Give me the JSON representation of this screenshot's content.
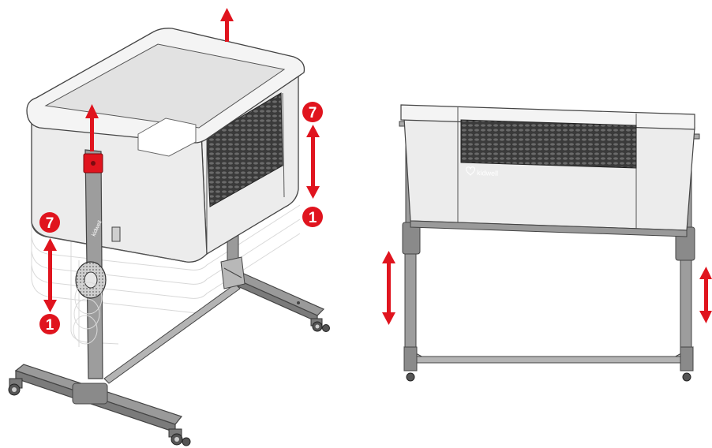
{
  "brand": {
    "logo_text": "kidwell"
  },
  "height_levels": {
    "top_level": "7",
    "bottom_level": "1"
  },
  "colors": {
    "accent_red": "#e0141e",
    "frame_gray": "#8c8c8c",
    "frame_dark": "#555555",
    "fabric_light": "#ececec",
    "rim_light": "#f4f4f4",
    "mesh_dark": "#3a3a3a"
  },
  "icons": {
    "up_arrow": "arrow-up-icon",
    "double_arrow": "double-arrow-vertical-icon",
    "level_badge": "level-badge-icon",
    "logo": "heart-logo-icon"
  }
}
